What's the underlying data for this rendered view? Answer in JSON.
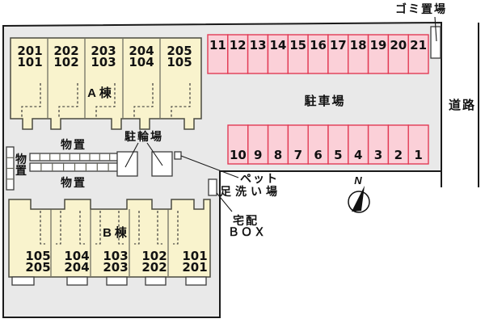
{
  "colors": {
    "site_fill": "#e9e9e9",
    "site_border": "#1a1a1a",
    "building_fill": "#f9f3cd",
    "building_border": "#4a4a40",
    "stall_fill": "#fbd0d8",
    "stall_border": "#e23b55",
    "white_box_fill": "#ffffff"
  },
  "labels": {
    "garbage": "ゴミ置場",
    "road": "道路",
    "parking": "駐車場",
    "bike_parking": "駐輪場",
    "storage_top": "物置",
    "storage_bottom": "物置",
    "storage_vertical_1": "物",
    "storage_vertical_2": "置",
    "pet_wash_line1": "ペット",
    "pet_wash_line2": "足洗い場",
    "delivery_line1": "宅配",
    "delivery_line2": "ＢＯＸ",
    "compass_north": "N"
  },
  "building_a": {
    "name": "A棟",
    "units": [
      {
        "upper": "201",
        "lower": "101"
      },
      {
        "upper": "202",
        "lower": "102"
      },
      {
        "upper": "203",
        "lower": "103"
      },
      {
        "upper": "204",
        "lower": "104"
      },
      {
        "upper": "205",
        "lower": "105"
      }
    ]
  },
  "building_b": {
    "name": "B棟",
    "units": [
      {
        "upper": "105",
        "lower": "205"
      },
      {
        "upper": "104",
        "lower": "204"
      },
      {
        "upper": "103",
        "lower": "203"
      },
      {
        "upper": "102",
        "lower": "202"
      },
      {
        "upper": "101",
        "lower": "201"
      }
    ]
  },
  "parking": {
    "top_row": [
      "11",
      "12",
      "13",
      "14",
      "15",
      "16",
      "17",
      "18",
      "19",
      "20",
      "21"
    ],
    "bottom_row": [
      "10",
      "9",
      "8",
      "7",
      "6",
      "5",
      "4",
      "3",
      "2",
      "1"
    ]
  }
}
